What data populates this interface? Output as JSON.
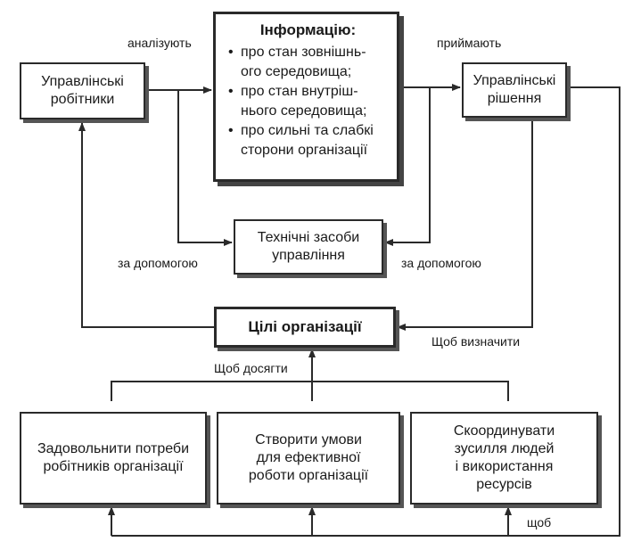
{
  "boxes": {
    "managers": "Управлінські\nробітники",
    "decisions": "Управлінські\nрішення",
    "tools": "Технічні засоби\nуправління",
    "goals": "Цілі організації",
    "needs": "Задовольнити потреби\nробітників організації",
    "conditions": "Створити умови\nдля ефективної\nроботи організації",
    "coordinate": "Скоординувати\nзусилля людей\nі використання\nресурсів"
  },
  "info": {
    "title": "Інформацію:",
    "items": [
      "про стан зовнішнь-\nого середовища;",
      "про стан внутріш-\nнього середовища;",
      "про сильні та слабкі\nсторони організації"
    ]
  },
  "labels": {
    "analyze": "аналізують",
    "accept": "приймають",
    "with_help_left": "за допомогою",
    "with_help_right": "за допомогою",
    "to_determine": "Щоб визначити",
    "to_achieve": "Щоб досягти",
    "so_that": "щоб"
  }
}
